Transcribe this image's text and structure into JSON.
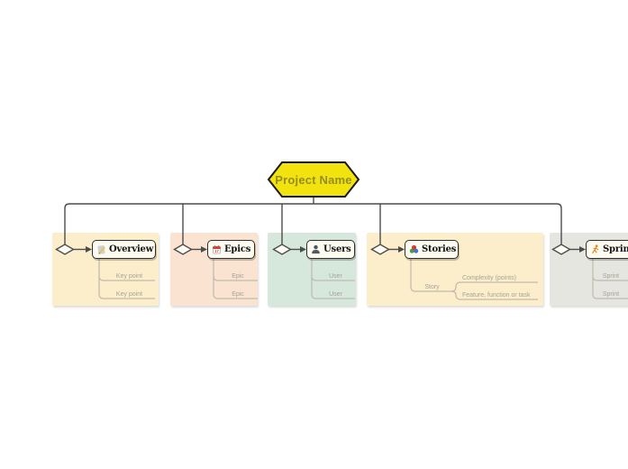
{
  "root": {
    "label": "Project Name",
    "shape": "hexagon",
    "fill_color": "#f2e20d",
    "border_color": "#1a1a1a",
    "text_color": "#938d25"
  },
  "branches": [
    {
      "label": "Overview",
      "icon": "memo-icon",
      "panel_color": "#fceecb",
      "items": [
        {
          "label": "Key point"
        },
        {
          "label": "Key point"
        }
      ]
    },
    {
      "label": "Epics",
      "icon": "calendar-icon",
      "panel_color": "#fae3d0",
      "items": [
        {
          "label": "Epic"
        },
        {
          "label": "Epic"
        }
      ]
    },
    {
      "label": "Users",
      "icon": "person-icon",
      "panel_color": "#d6e7db",
      "items": [
        {
          "label": "User"
        },
        {
          "label": "User"
        }
      ]
    },
    {
      "label": "Stories",
      "icon": "palette-icon",
      "panel_color": "#fceecb",
      "story": {
        "label": "Story",
        "children": [
          {
            "label": "Complexity (points)"
          },
          {
            "label": "Feature, function or task"
          }
        ]
      }
    },
    {
      "label": "Sprints",
      "icon": "runner-icon",
      "panel_color": "#e6e6e1",
      "items": [
        {
          "label": "Sprint"
        },
        {
          "label": "Sprint"
        }
      ]
    }
  ],
  "colors": {
    "connector": "#4c4c4c",
    "sub_connector": "#c0baab",
    "sub_text": "#a6a396",
    "topic_fill": "#fdfaf0",
    "topic_border": "#2e2e2e"
  }
}
